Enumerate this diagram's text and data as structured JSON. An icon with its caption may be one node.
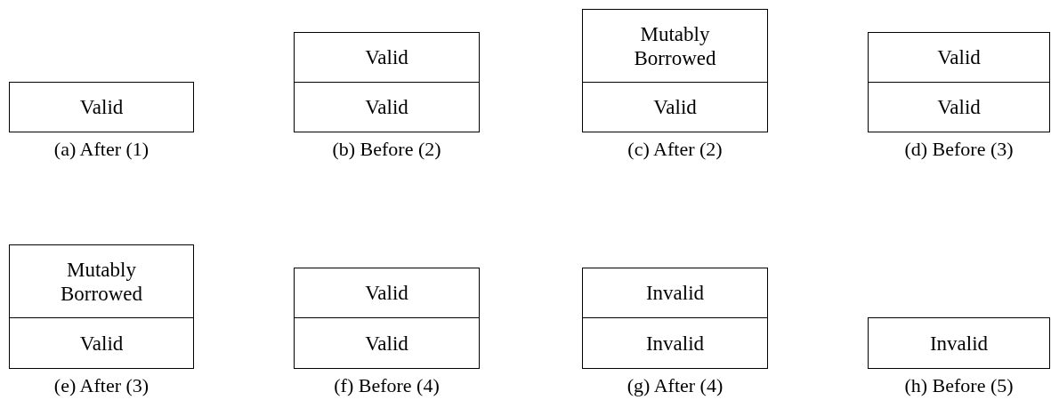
{
  "diagram": {
    "nodes": [
      {
        "text": [
          "Valid"
        ],
        "beside": [
          "(a) After (1)"
        ]
      },
      {
        "text": [
          "Valid"
        ]
      },
      {
        "text": [
          "Valid"
        ],
        "beside": [
          "(b) Before (2)"
        ]
      },
      {
        "text": [
          "Mutably Borrowed"
        ]
      },
      {
        "text": [
          "Valid"
        ],
        "beside": [
          "(c) After (2)"
        ]
      },
      {
        "text": [
          "Valid"
        ]
      },
      {
        "text": [
          "Valid"
        ],
        "beside": [
          "(d) Before (3)"
        ]
      },
      {
        "text": [
          "Mutably Borrowed"
        ]
      },
      {
        "text": [
          "Valid"
        ],
        "beside": [
          "(e) After (3)"
        ]
      },
      {
        "text": [
          "Valid"
        ]
      },
      {
        "text": [
          "Valid"
        ],
        "beside": [
          "(f) Before (4)"
        ]
      },
      {
        "text": [
          "Invalid"
        ]
      },
      {
        "text": [
          "Invalid"
        ],
        "beside": [
          "(g) After (4)"
        ]
      },
      {
        "text": [
          "Invalid"
        ],
        "beside": [
          "(h) Before (5)"
        ]
      }
    ]
  }
}
